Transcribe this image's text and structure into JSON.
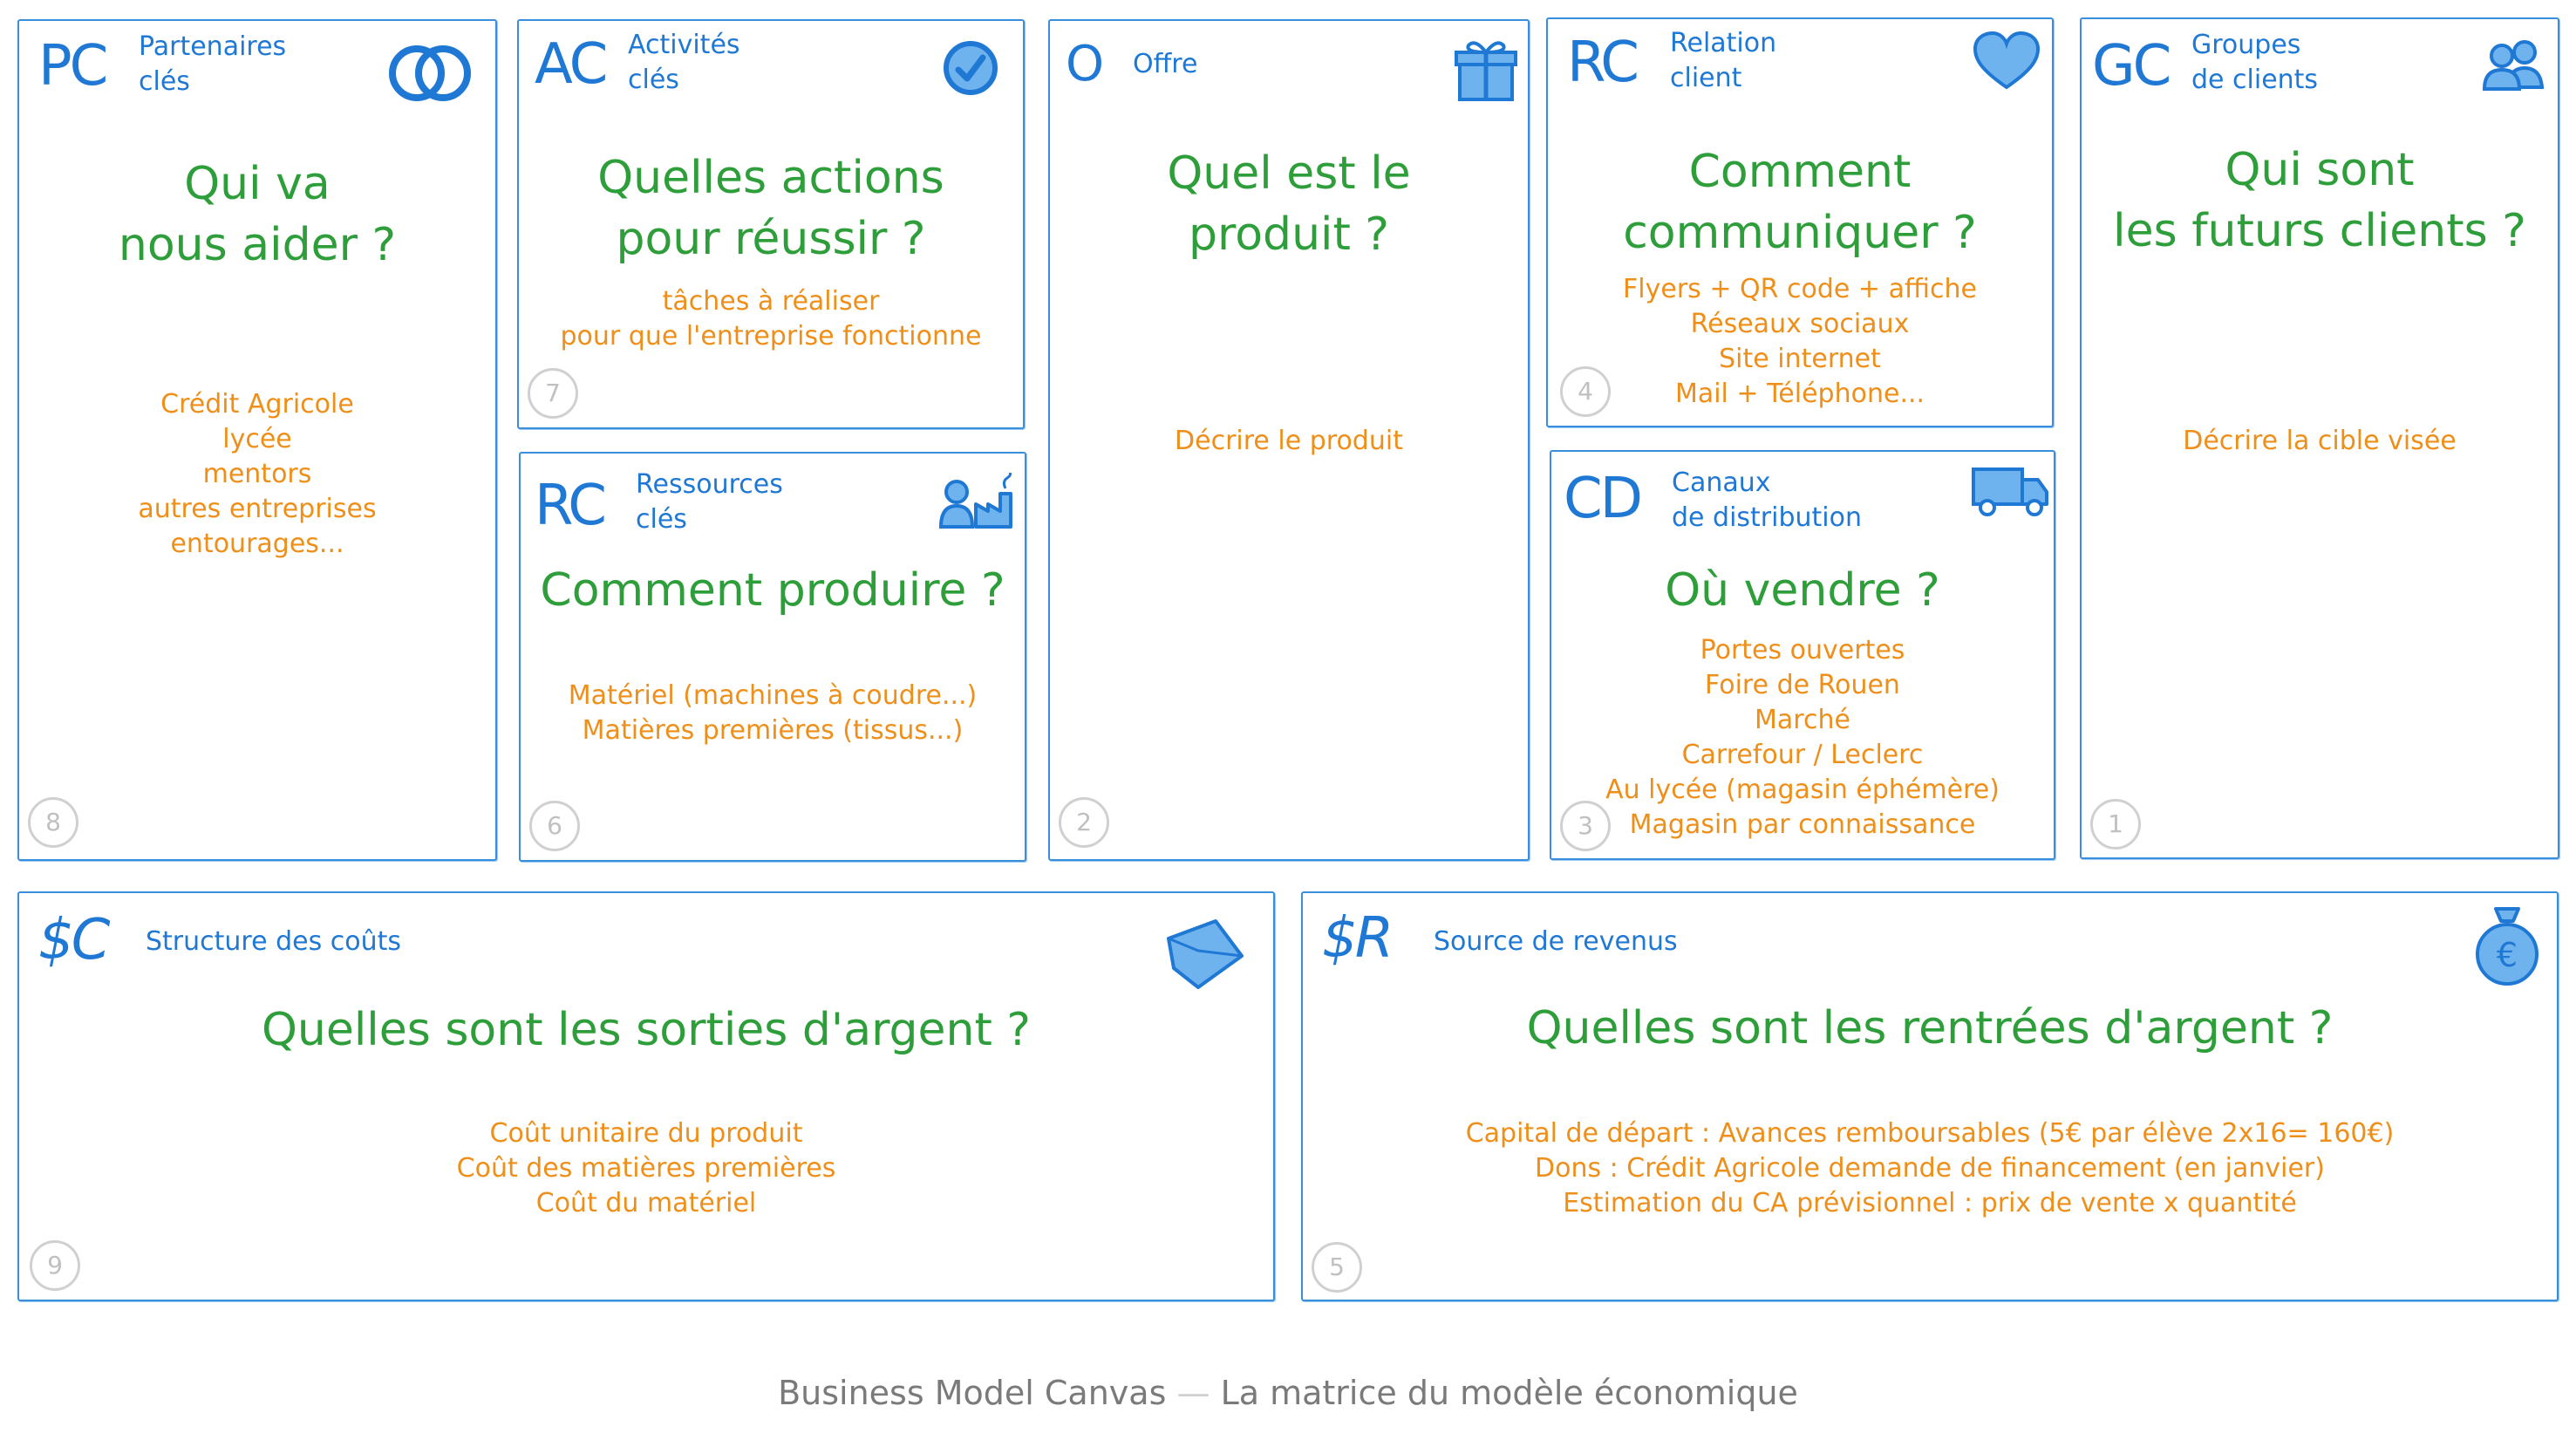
{
  "blocks": {
    "pc": {
      "abbr": "PC",
      "title": [
        "Partenaires",
        "clés"
      ],
      "question": [
        "Qui va",
        "nous aider ?"
      ],
      "details": [
        "Crédit Agricole",
        "lycée",
        "mentors",
        "autres entreprises",
        "entourages..."
      ],
      "number": "8",
      "icon": "rings-icon"
    },
    "ac": {
      "abbr": "AC",
      "title": [
        "Activités",
        "clés"
      ],
      "question": [
        "Quelles actions",
        "pour réussir ?"
      ],
      "details": [
        "tâches à réaliser",
        "pour que l'entreprise fonctionne"
      ],
      "number": "7",
      "icon": "check-circle-icon"
    },
    "rcr": {
      "abbr": "RC",
      "title": [
        "Ressources",
        "clés"
      ],
      "question": [
        "Comment produire ?"
      ],
      "details": [
        "Matériel (machines à coudre...)",
        "Matières premières (tissus...)"
      ],
      "number": "6",
      "icon": "worker-factory-icon"
    },
    "o": {
      "abbr": "O",
      "title": [
        "Offre"
      ],
      "question": [
        "Quel est le",
        "produit ?"
      ],
      "details": [
        "Décrire le produit"
      ],
      "number": "2",
      "icon": "gift-icon"
    },
    "rc": {
      "abbr": "RC",
      "title": [
        "Relation",
        "client"
      ],
      "question": [
        "Comment",
        "communiquer ?"
      ],
      "details": [
        "Flyers + QR code + affiche",
        "Réseaux sociaux",
        "Site internet",
        "Mail + Téléphone..."
      ],
      "number": "4",
      "icon": "heart-icon"
    },
    "cd": {
      "abbr": "CD",
      "title": [
        "Canaux",
        "de distribution"
      ],
      "question": [
        "Où vendre ?"
      ],
      "details": [
        "Portes ouvertes",
        "Foire de Rouen",
        "Marché",
        "Carrefour / Leclerc",
        "Au lycée (magasin éphémère)",
        "Magasin par connaissance"
      ],
      "number": "3",
      "icon": "truck-icon"
    },
    "gc": {
      "abbr": "GC",
      "title": [
        "Groupes",
        "de clients"
      ],
      "question": [
        "Qui sont",
        "les futurs clients ?"
      ],
      "details": [
        "Décrire la cible visée"
      ],
      "number": "1",
      "icon": "users-icon"
    },
    "sc": {
      "abbr": "$C",
      "title": [
        "Structure des coûts"
      ],
      "question": [
        "Quelles sont les sorties d'argent ?"
      ],
      "details": [
        "Coût unitaire du produit",
        "Coût des matières premières",
        "Coût du matériel"
      ],
      "number": "9",
      "icon": "price-tag-icon"
    },
    "sr": {
      "abbr": "$R",
      "title": [
        "Source de revenus"
      ],
      "question": [
        "Quelles sont les rentrées d'argent ?"
      ],
      "details": [
        "Capital de départ : Avances remboursables (5€ par élève 2x16= 160€)",
        "Dons : Crédit Agricole demande de financement (en janvier)",
        "Estimation du CA prévisionnel : prix de vente x quantité"
      ],
      "number": "5",
      "icon": "money-bag-euro-icon"
    }
  },
  "footer": {
    "left": "Business Model Canvas",
    "separator": "—",
    "right": "La matrice du modèle économique"
  },
  "colors": {
    "border": "#3a8fdc",
    "heading": "#1f78d4",
    "question": "#2e9e3a",
    "details": "#ee8f1a",
    "icon_fill": "#6fb3ee"
  }
}
